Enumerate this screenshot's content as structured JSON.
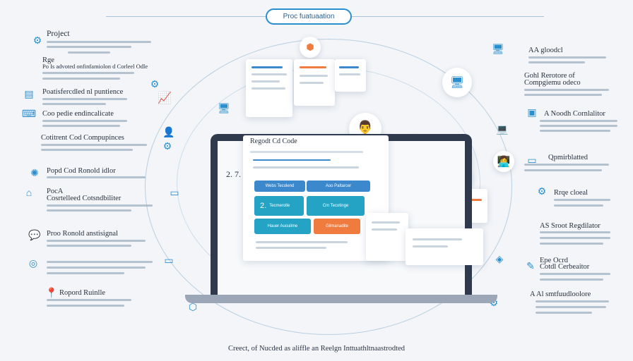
{
  "header": {
    "title": "Proc fuatuaation"
  },
  "left_items": [
    {
      "label": "Project"
    },
    {
      "label": "Rge"
    },
    {
      "label": "Po Is advoted onfinfamiolon d Corleel Odle"
    },
    {
      "label": "Poatisfercdled nl puntience"
    },
    {
      "label": "Coo pedie endincalicate"
    },
    {
      "label": "Cotitrent Cod Compupinces"
    },
    {
      "label": "Popd Cod Ronold idlor"
    },
    {
      "label": "PocA"
    },
    {
      "label": "Cosrtelleed Cotsndbiliter"
    },
    {
      "label": "Proo Ronold anstisignal"
    },
    {
      "label": "Ropord Ruinlle"
    }
  ],
  "right_items": [
    {
      "label": "AA gloodcl"
    },
    {
      "label": "Gohl Rerotore of"
    },
    {
      "label": "Compgiemu odeco"
    },
    {
      "label": "A Noodh Cornlalitor"
    },
    {
      "label": "Qpmirblatted"
    },
    {
      "label": "Rrqe cloeal"
    },
    {
      "label": "AS Sroot Regdilator"
    },
    {
      "label": "Epe Ocrd"
    },
    {
      "label": "Cotdl Cerbeaitor"
    },
    {
      "label": "A Al smtfuudloolore"
    }
  ],
  "screen": {
    "doc_title": "Regodt Cd Code",
    "badge": "2. 7.",
    "btn1": "Webs Tecolend",
    "btn2": "Aoo Paltarcer",
    "tile1_num": "2.",
    "tile1": "Tecmerolle",
    "tile2": "Cm Tecotinge",
    "tile3": "Hauer Aucuilme",
    "tile4": "Gilmanadite"
  },
  "caption": "Creect, of Nucded as aliffle an Reelgn Inttuathltnaastrodted",
  "colors": {
    "accent": "#2a8fce",
    "blue": "#3c88cc",
    "teal": "#25a3c4",
    "orange": "#f07b3f"
  }
}
